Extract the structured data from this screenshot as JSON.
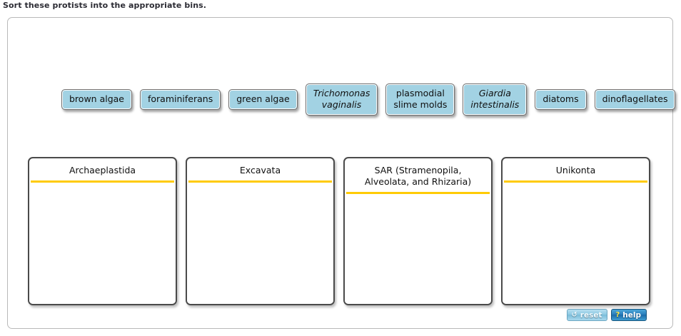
{
  "prompt": "Sort these protists into the appropriate bins.",
  "tiles": [
    {
      "id": "brown-algae",
      "lines": [
        "brown algae"
      ],
      "italic": false
    },
    {
      "id": "foraminiferans",
      "lines": [
        "foraminiferans"
      ],
      "italic": false
    },
    {
      "id": "green-algae",
      "lines": [
        "green algae"
      ],
      "italic": false
    },
    {
      "id": "trichomonas",
      "lines": [
        "Trichomonas",
        "vaginalis"
      ],
      "italic": true
    },
    {
      "id": "plasmodial",
      "lines": [
        "plasmodial",
        "slime molds"
      ],
      "italic": false
    },
    {
      "id": "giardia",
      "lines": [
        "Giardia",
        "intestinalis"
      ],
      "italic": true
    },
    {
      "id": "diatoms",
      "lines": [
        "diatoms"
      ],
      "italic": false
    },
    {
      "id": "dinoflagellates",
      "lines": [
        "dinoflagellates"
      ],
      "italic": false
    }
  ],
  "bins": [
    {
      "id": "archaeplastida",
      "lines": [
        "Archaeplastida"
      ]
    },
    {
      "id": "excavata",
      "lines": [
        "Excavata"
      ]
    },
    {
      "id": "sar",
      "lines": [
        "SAR (Stramenopila,",
        "Alveolata, and Rhizaria)"
      ]
    },
    {
      "id": "unikonta",
      "lines": [
        "Unikonta"
      ]
    }
  ],
  "buttons": {
    "reset": {
      "label": "reset",
      "icon": "↺",
      "icon_name": "reset-circular-arrow-icon"
    },
    "help": {
      "label": "help",
      "icon": "?",
      "icon_name": "question-mark-icon"
    }
  },
  "colors": {
    "tile_fill": "#a2d2e3",
    "bin_border": "#4a4a4a",
    "divider": "#ffcb05",
    "panel_border": "#b9b9b9",
    "prompt_text": "#2b2b33"
  }
}
